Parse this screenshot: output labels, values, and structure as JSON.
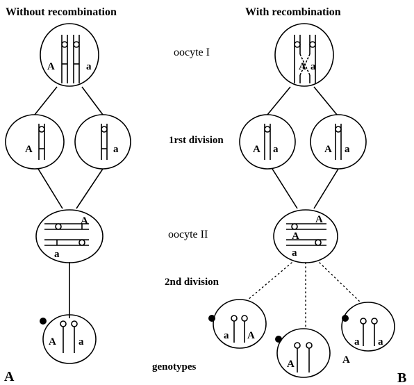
{
  "headers": {
    "left": "Without recombination",
    "right": "With recombination"
  },
  "stages": {
    "oocyte1": "oocyte I",
    "first_division": "1rst division",
    "oocyte2": "oocyte II",
    "second_division": "2nd division",
    "genotypes": "genotypes"
  },
  "alleles": {
    "dominant": "A",
    "recessive": "a"
  },
  "panels": {
    "left": "A",
    "right": "B"
  }
}
